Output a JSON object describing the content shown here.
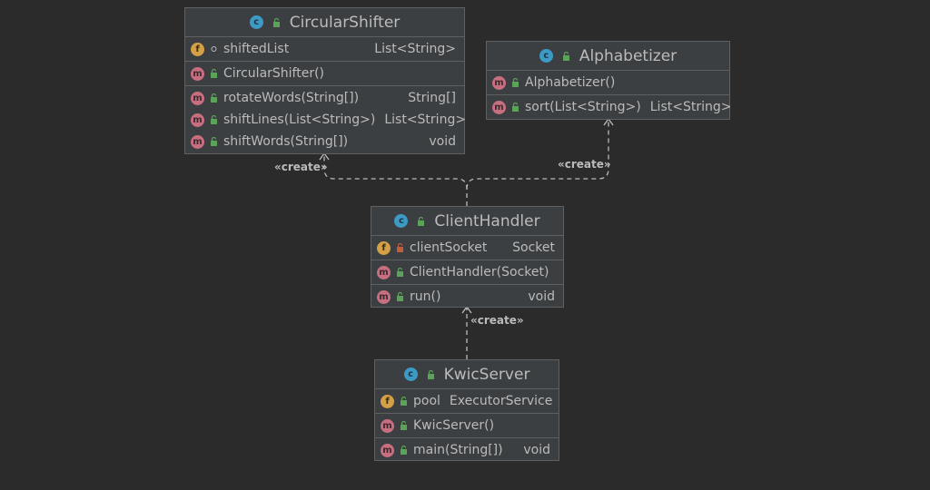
{
  "classes": {
    "circular_shifter": {
      "name": "CircularShifter",
      "fields": [
        {
          "name": "shiftedList",
          "type": "List<String>"
        }
      ],
      "constructors": [
        {
          "name": "CircularShifter()",
          "type": ""
        }
      ],
      "methods": [
        {
          "name": "rotateWords(String[])",
          "type": "String[]"
        },
        {
          "name": "shiftLines(List<String>)",
          "type": "List<String>"
        },
        {
          "name": "shiftWords(String[])",
          "type": "void"
        }
      ]
    },
    "alphabetizer": {
      "name": "Alphabetizer",
      "constructors": [
        {
          "name": "Alphabetizer()",
          "type": ""
        }
      ],
      "methods": [
        {
          "name": "sort(List<String>)",
          "type": "List<String>"
        }
      ]
    },
    "client_handler": {
      "name": "ClientHandler",
      "fields": [
        {
          "name": "clientSocket",
          "type": "Socket"
        }
      ],
      "constructors": [
        {
          "name": "ClientHandler(Socket)",
          "type": ""
        }
      ],
      "methods": [
        {
          "name": "run()",
          "type": "void"
        }
      ]
    },
    "kwic_server": {
      "name": "KwicServer",
      "fields": [
        {
          "name": "pool",
          "type": "ExecutorService"
        }
      ],
      "constructors": [
        {
          "name": "KwicServer()",
          "type": ""
        }
      ],
      "methods": [
        {
          "name": "main(String[])",
          "type": "void"
        }
      ]
    }
  },
  "relations": [
    {
      "label": "«create»"
    },
    {
      "label": "«create»"
    },
    {
      "label": "«create»"
    }
  ],
  "badges": {
    "method": "m",
    "field": "f",
    "class": "c"
  },
  "colors": {
    "background": "#2b2b2b",
    "box": "#3c3f41",
    "border": "#5e6062",
    "text": "#bbbbbb",
    "method_badge": "#c76e80",
    "field_badge": "#d3a047",
    "class_badge": "#3d9ac4",
    "public_lock": "#5ca35a",
    "private_lock": "#c25c3a"
  }
}
